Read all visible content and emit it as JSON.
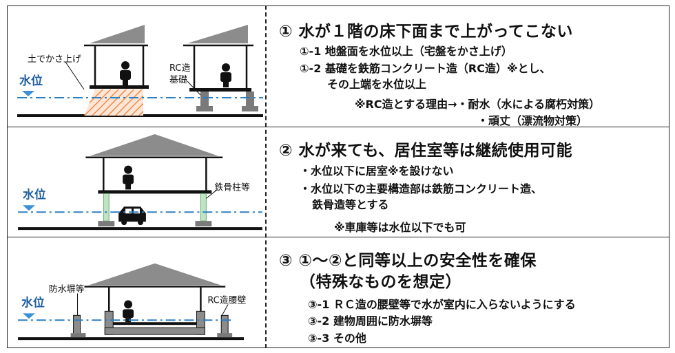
{
  "rows": [
    {
      "heading": "① 水が１階の床下面まで上がってこない",
      "lines": [
        "①-1 地盤面を水位以上（宅盤をかさ上げ）",
        "①-2 基礎を鉄筋コンクリート造（RC造）※とし、",
        "その上端を水位以上",
        "※RC造とする理由→・耐水（水による腐朽対策）",
        "・頑丈（漂流物対策）"
      ],
      "labels": {
        "water_level": "水位",
        "raised_ground": "土でかさ上げ",
        "rc_line1": "RC造",
        "rc_line2": "基礎"
      }
    },
    {
      "heading": "② 水が来ても、居住室等は継続使用可能",
      "lines": [
        "・水位以下に居室※を設けない",
        "・水位以下の主要構造部は鉄筋コンクリート造、",
        "鉄骨造等とする",
        "※車庫等は水位以下でも可"
      ],
      "labels": {
        "water_level": "水位",
        "steel_column": "鉄骨柱等"
      }
    },
    {
      "heading_line1": "③ ①～②と同等以上の安全性を確保",
      "heading_line2": "（特殊なものを想定）",
      "lines": [
        "③-1 ＲＣ造の腰壁等で水が室内に入らないようにする",
        "③-2 建物周囲に防水塀等",
        "③-3 その他"
      ],
      "labels": {
        "water_level": "水位",
        "flood_wall": "防水塀等",
        "rc_wall": "RC造腰壁"
      }
    }
  ],
  "colors": {
    "water_line": "#2a7fc4",
    "water_marker": "#3b8fd6",
    "raised_ground_hatch": "#f08a4b",
    "steel_column": "#bfe3c4",
    "roof": "#8c8c8c",
    "foundation": "#7a7a7a"
  }
}
